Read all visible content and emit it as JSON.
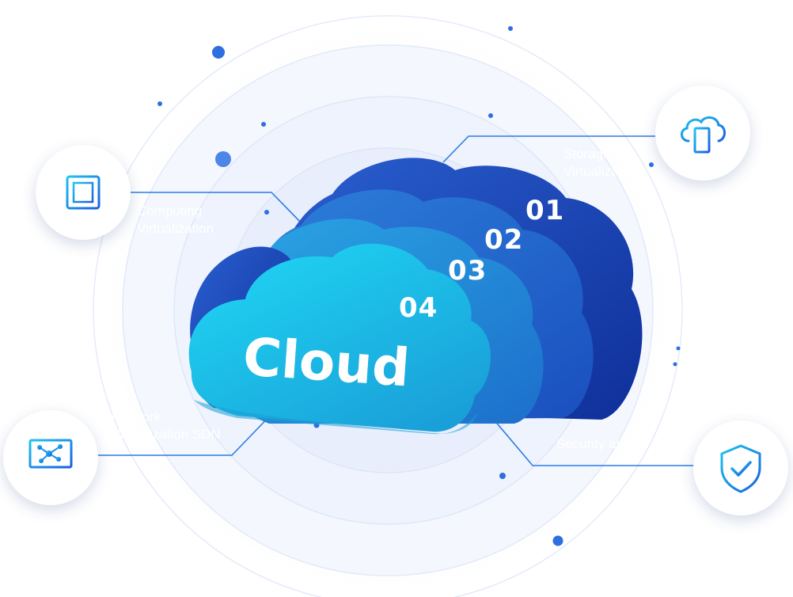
{
  "diagram": {
    "center_word": "Cloud",
    "layers": [
      {
        "number": "01",
        "color": "#1a44b8"
      },
      {
        "number": "02",
        "color": "#1d63cc"
      },
      {
        "number": "03",
        "color": "#1f86d6"
      },
      {
        "number": "04",
        "color": "#23b7e5"
      }
    ],
    "nodes": [
      {
        "id": "storage",
        "icon": "cloud-server-icon",
        "label_line1": "Storage",
        "label_line2": "Virtualization"
      },
      {
        "id": "computing",
        "icon": "cpu-chip-icon",
        "label_line1": "Computing",
        "label_line2": "Virtualization"
      },
      {
        "id": "network",
        "icon": "network-monitor-icon",
        "label_line1": "Network",
        "label_line2": "Virtualization SDN"
      },
      {
        "id": "security",
        "icon": "shield-check-icon",
        "label_line1": "Security and",
        "label_line2": ""
      }
    ],
    "colors": {
      "accent": "#1e73e8",
      "icon_gradient_start": "#1fc4ef",
      "icon_gradient_end": "#1a5fe0",
      "ring": "#e8eefb",
      "connector": "#2a7be8"
    }
  }
}
